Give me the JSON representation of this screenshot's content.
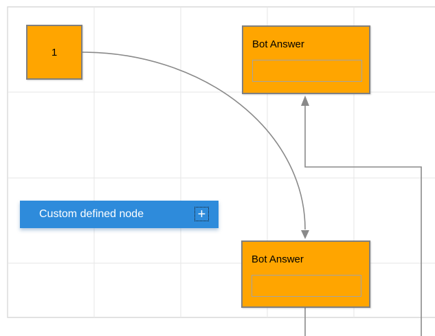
{
  "diagram": {
    "start_node": {
      "label": "1"
    },
    "bot_answer_top": {
      "title": "Bot Answer",
      "input_value": "",
      "input_placeholder": ""
    },
    "bot_answer_bottom": {
      "title": "Bot Answer",
      "input_value": "",
      "input_placeholder": ""
    },
    "custom_node": {
      "label": "Custom defined node",
      "add_button": "+"
    }
  },
  "colors": {
    "node_fill": "#FFA500",
    "node_border": "#7F7F7F",
    "input_border": "#A3A3A3",
    "title_text": "#000000",
    "custom_node_fill": "#2E8BDB",
    "custom_node_text": "#FFFFFF",
    "connector": "#898989",
    "grid_line": "#E6E6E6",
    "canvas_border": "#D9D9D9"
  }
}
